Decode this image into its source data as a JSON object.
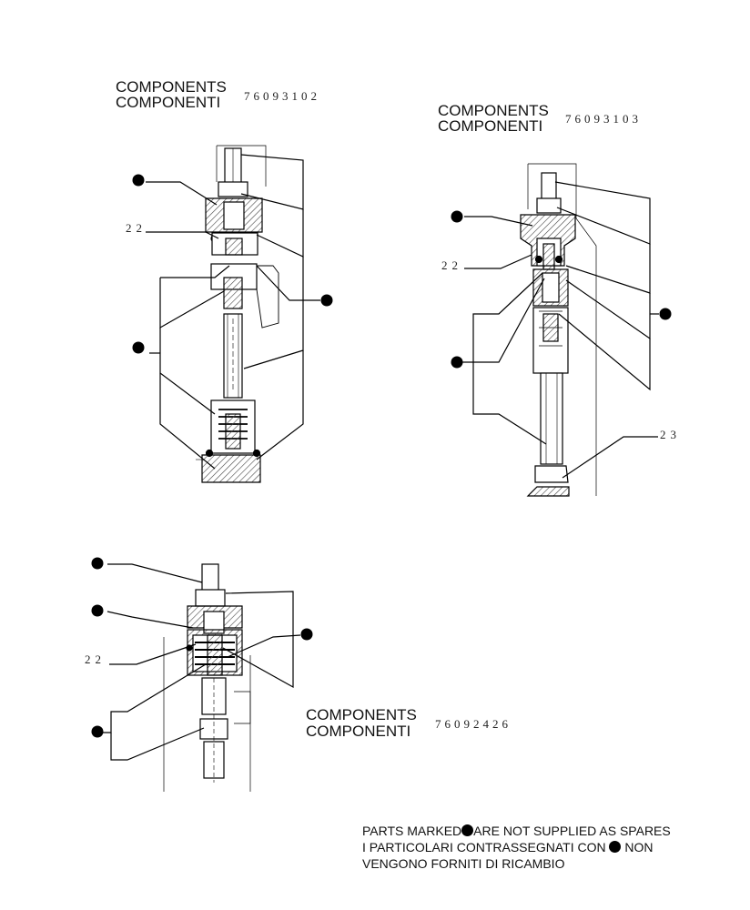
{
  "groups": [
    {
      "line1": "COMPONENTS",
      "line2": "COMPONENTI",
      "code": "76093102"
    },
    {
      "line1": "COMPONENTS",
      "line2": "COMPONENTI",
      "code": "76093103"
    },
    {
      "line1": "COMPONENTS",
      "line2": "COMPONENTI",
      "code": "76092426"
    }
  ],
  "refs": {
    "r22": "22",
    "r23": "23"
  },
  "note": {
    "line1_a": "PARTS MARKED",
    "line1_b": "ARE NOT SUPPLIED AS SPARES",
    "line2_a": "I PARTICOLARI CONTRASSEGNATI CON",
    "line2_b": "NON",
    "line3": "VENGONO FORNITI DI RICAMBIO"
  },
  "colors": {
    "ink": "#000000",
    "hatch": "#444444"
  }
}
